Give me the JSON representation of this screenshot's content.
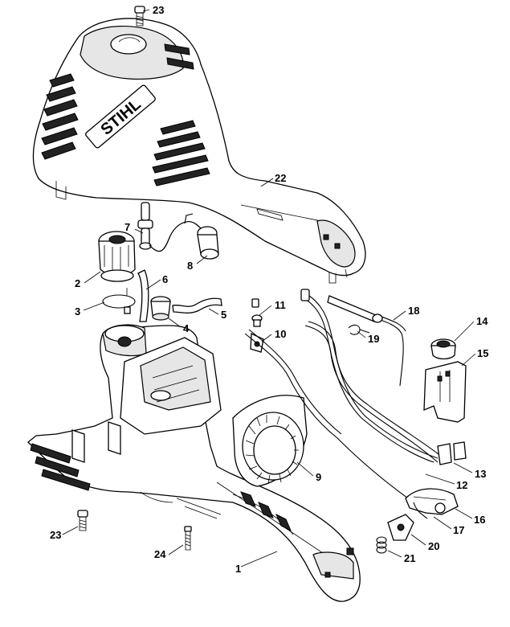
{
  "brand_logo": "STIHL",
  "parts": [
    {
      "number": "1"
    },
    {
      "number": "2"
    },
    {
      "number": "3"
    },
    {
      "number": "4"
    },
    {
      "number": "5"
    },
    {
      "number": "6"
    },
    {
      "number": "7"
    },
    {
      "number": "8"
    },
    {
      "number": "9"
    },
    {
      "number": "10"
    },
    {
      "number": "11"
    },
    {
      "number": "12"
    },
    {
      "number": "13"
    },
    {
      "number": "14"
    },
    {
      "number": "15"
    },
    {
      "number": "16"
    },
    {
      "number": "17"
    },
    {
      "number": "18"
    },
    {
      "number": "19"
    },
    {
      "number": "20"
    },
    {
      "number": "21"
    },
    {
      "number": "22"
    },
    {
      "number": "23"
    },
    {
      "number": "23"
    },
    {
      "number": "24"
    }
  ]
}
